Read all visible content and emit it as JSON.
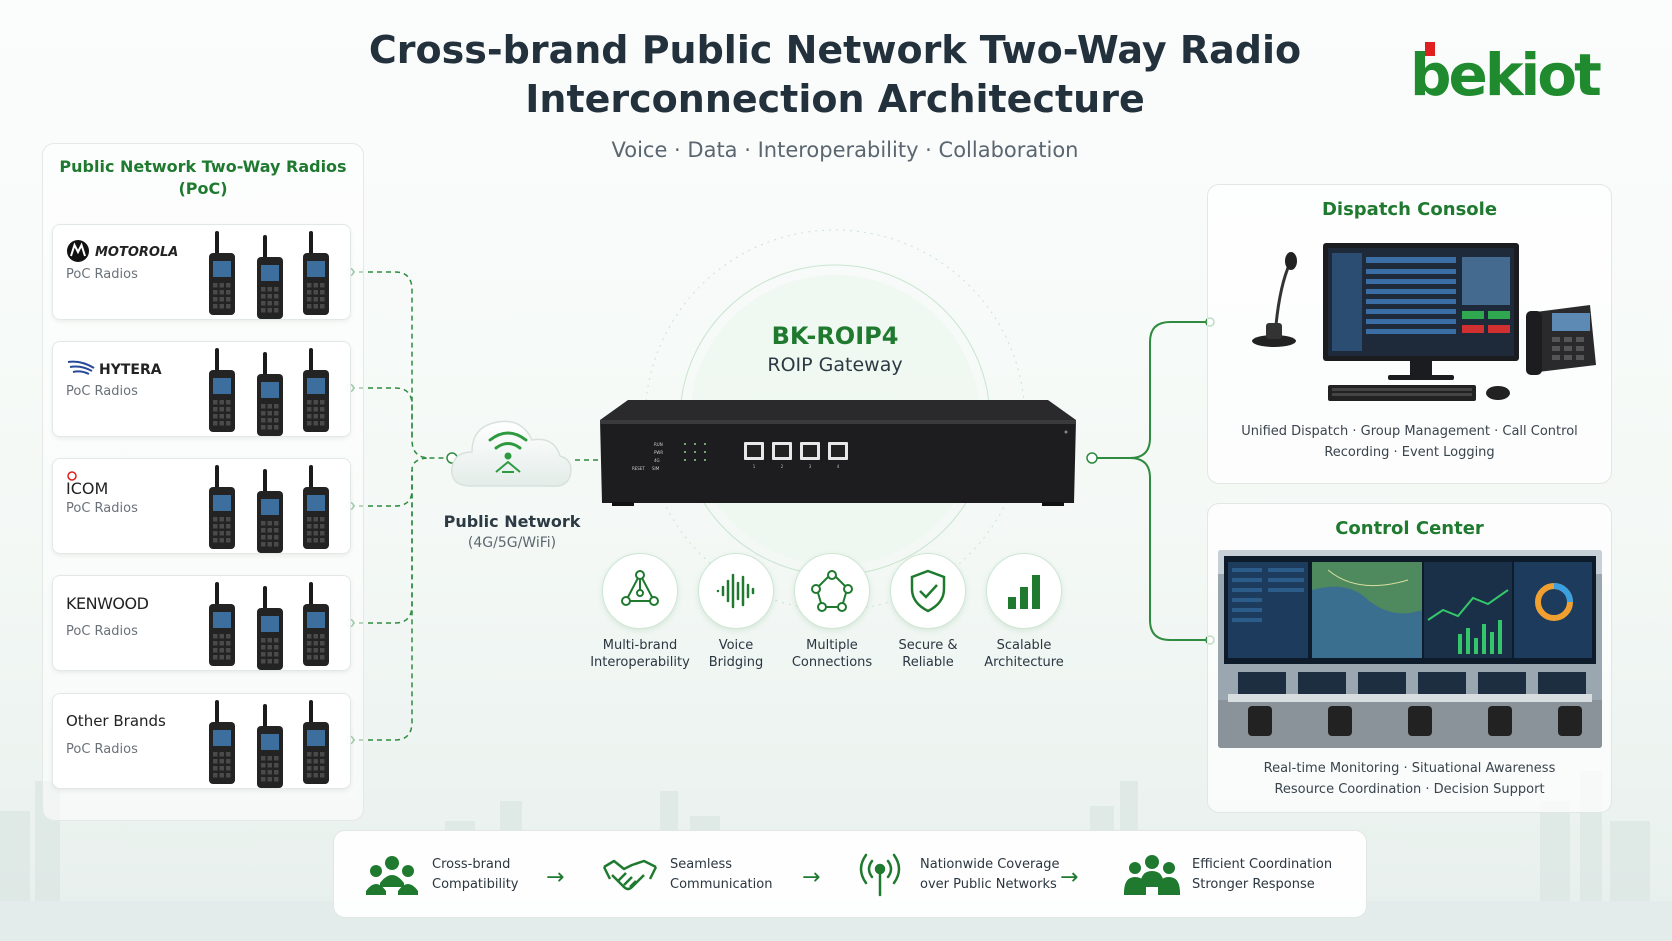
{
  "header": {
    "title_line1": "Cross-brand Public Network Two-Way Radio",
    "title_line2": "Interconnection Architecture",
    "subtitle": "Voice · Data · Interoperability · Collaboration",
    "logo_text": "bekiot"
  },
  "radios_panel": {
    "title_line1": "Public Network Two-Way Radios",
    "title_line2": "(PoC)",
    "brands": [
      {
        "name": "MOTOROLA",
        "sub": "PoC Radios"
      },
      {
        "name": "HYTERA",
        "sub": "PoC Radios"
      },
      {
        "name": "ICOM",
        "sub": "PoC Radios"
      },
      {
        "name": "KENWOOD",
        "sub": "PoC Radios"
      },
      {
        "name": "Other Brands",
        "sub": "PoC Radios"
      }
    ]
  },
  "network": {
    "label": "Public Network",
    "sub": "(4G/5G/WiFi)"
  },
  "gateway": {
    "model": "BK-ROIP4",
    "type": "ROIP Gateway",
    "panel_labels": [
      "RUN",
      "PWR",
      "4G",
      "RESET",
      "SIM"
    ],
    "port_numbers": [
      "1",
      "2",
      "3",
      "4"
    ]
  },
  "features": [
    {
      "line1": "Multi-brand",
      "line2": "Interoperability",
      "icon": "network-nodes-icon"
    },
    {
      "line1": "Voice",
      "line2": "Bridging",
      "icon": "sound-wave-icon"
    },
    {
      "line1": "Multiple",
      "line2": "Connections",
      "icon": "connections-icon"
    },
    {
      "line1": "Secure &",
      "line2": "Reliable",
      "icon": "shield-check-icon"
    },
    {
      "line1": "Scalable",
      "line2": "Architecture",
      "icon": "bar-chart-icon"
    }
  ],
  "dispatch": {
    "title": "Dispatch Console",
    "desc_line1": "Unified Dispatch · Group Management · Call Control",
    "desc_line2": "Recording · Event Logging"
  },
  "control": {
    "title": "Control Center",
    "desc_line1": "Real-time Monitoring · Situational Awareness",
    "desc_line2": "Resource Coordination · Decision Support"
  },
  "benefits": [
    {
      "line1": "Cross-brand",
      "line2": "Compatibility",
      "icon": "people-group-icon"
    },
    {
      "line1": "Seamless",
      "line2": "Communication",
      "icon": "handshake-icon"
    },
    {
      "line1": "Nationwide Coverage",
      "line2": "over Public Networks",
      "icon": "antenna-icon"
    },
    {
      "line1": "Efficient Coordination",
      "line2": "Stronger Response",
      "icon": "team-icon"
    }
  ],
  "colors": {
    "brand_green": "#1f7a30",
    "logo_green": "#1f8a2e",
    "logo_red": "#e02020",
    "title_dark": "#23313d"
  }
}
